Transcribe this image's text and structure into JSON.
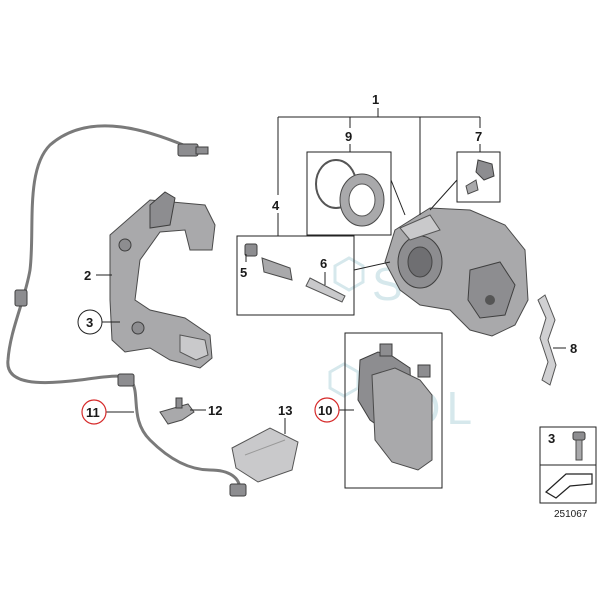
{
  "labels": {
    "p1": "1",
    "p2": "2",
    "p3": "3",
    "p4": "4",
    "p5": "5",
    "p6": "6",
    "p7": "7",
    "p8": "8",
    "p9": "9",
    "p10": "10",
    "p11": "11",
    "p12": "12",
    "p13": "13",
    "legend3": "3"
  },
  "watermark": {
    "text1": "SOL",
    "text2": "SOL"
  },
  "diagram_number": "251067",
  "colors": {
    "highlight": "#d62a2a",
    "watermark": "#d6e8ec",
    "part": "#a9a9ab"
  }
}
